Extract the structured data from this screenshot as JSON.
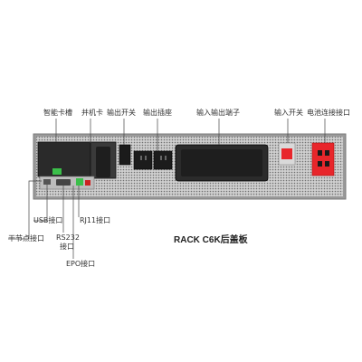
{
  "callouts": {
    "smart_slot": "智能卡槽",
    "expansion_card": "并机卡",
    "output_switch": "输出开关",
    "output_socket": "输出插座",
    "input_output_terminal": "输入输出端子",
    "input_switch": "输入开关",
    "battery_connector": "电池连接接口",
    "usb_port": "USB接口",
    "rj11_port": "RJ11接口",
    "dry_contact_port": "干节点接口",
    "rs232_port_line1": "RS232",
    "rs232_port_line2": "接口",
    "epo_port": "EPO接口"
  },
  "caption": "RACK C6K后盖板",
  "colors": {
    "chassis": "#bfbfbf",
    "panel_dark": "#2a2a2a",
    "accent_red": "#e8262b",
    "leader_line": "#444444",
    "terminal_green": "#3bbf4a"
  }
}
